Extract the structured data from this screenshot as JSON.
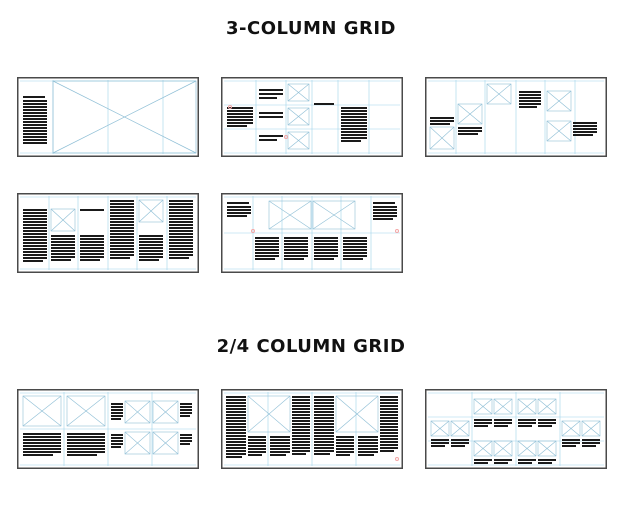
{
  "sections": [
    {
      "title": "3-COLUMN GRID",
      "layouts": [
        {
          "id": "3col-a",
          "style": "text-left-big-image"
        },
        {
          "id": "3col-b",
          "style": "mixed-small-images"
        },
        {
          "id": "3col-c",
          "style": "staggered-images"
        },
        {
          "id": "3col-d",
          "style": "text-heavy-with-images"
        },
        {
          "id": "3col-e",
          "style": "wide-images-top"
        }
      ]
    },
    {
      "title": "2/4 COLUMN GRID",
      "layouts": [
        {
          "id": "24col-a",
          "style": "images-top-text-bottom"
        },
        {
          "id": "24col-b",
          "style": "two-spreads-text"
        },
        {
          "id": "24col-c",
          "style": "image-grid"
        }
      ]
    }
  ],
  "colors": {
    "frame": "#4a4a4a",
    "grid": "#9fd3ea",
    "image_stroke": "#8fbfd6",
    "text": "#1a1a1a",
    "margin": "#f3a6a6"
  }
}
